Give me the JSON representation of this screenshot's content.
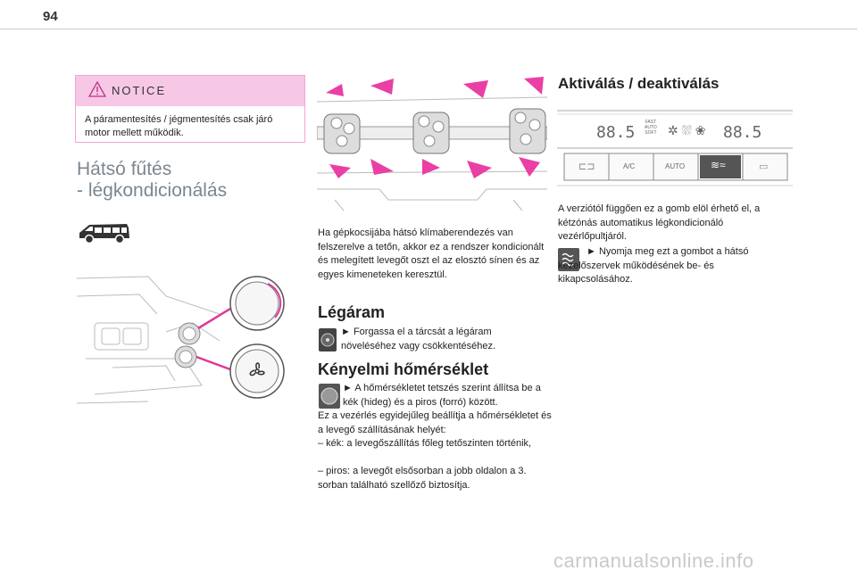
{
  "page_number": "94",
  "notice": {
    "title": "NOTICE",
    "text": "A páramentesítés / jégmentesítés csak járó motor mellett működik."
  },
  "section_title_line1": "Hátsó fűtés",
  "section_title_line2": "- légkondicionálás",
  "middle": {
    "intro": "Ha gépkocsijába hátsó klímaberendezés van felszerelve a tetőn, akkor ez a rendszer kondicionált és melegített levegőt oszt el az elosztó sínen és az egyes kimeneteken keresztül.",
    "airflow_heading": "Légáram",
    "airflow_text": "► Forgassa el a tárcsát a légáram növeléséhez vagy csökkentéséhez.",
    "comfort_heading": "Kényelmi hőmérséklet",
    "comfort_text": "► A hőmérsékletet tetszés szerint állítsa be a kék (hideg) és a piros (forró) között.",
    "comfort_more": "Ez a vezérlés egyidejűleg beállítja a hőmérsékletet és a levegő szállításának helyét:",
    "comfort_blue": "– kék: a levegőszállítás főleg tetőszinten történik,",
    "comfort_red": "– piros: a levegőt elsősorban a jobb oldalon a 3. sorban található szellőző biztosítja."
  },
  "right": {
    "heading": "Aktiválás / deaktiválás",
    "panel_left_temp": "88.5",
    "panel_right_temp": "88.5",
    "panel_fast": "FAST",
    "panel_auto_small": "AUTO",
    "panel_soft": "SOFT",
    "btn_ac": "A/C",
    "btn_auto": "AUTO",
    "text1": "A verziótól függően ez a gomb elöl érhető el, a kétzónás automatikus légkondicionáló vezérlőpultjáról.",
    "text2": "► Nyomja meg ezt a gombot a hátsó kezelőszervek működésének be- és kikapcsolásához."
  },
  "footer": "carmanualsonline.info"
}
